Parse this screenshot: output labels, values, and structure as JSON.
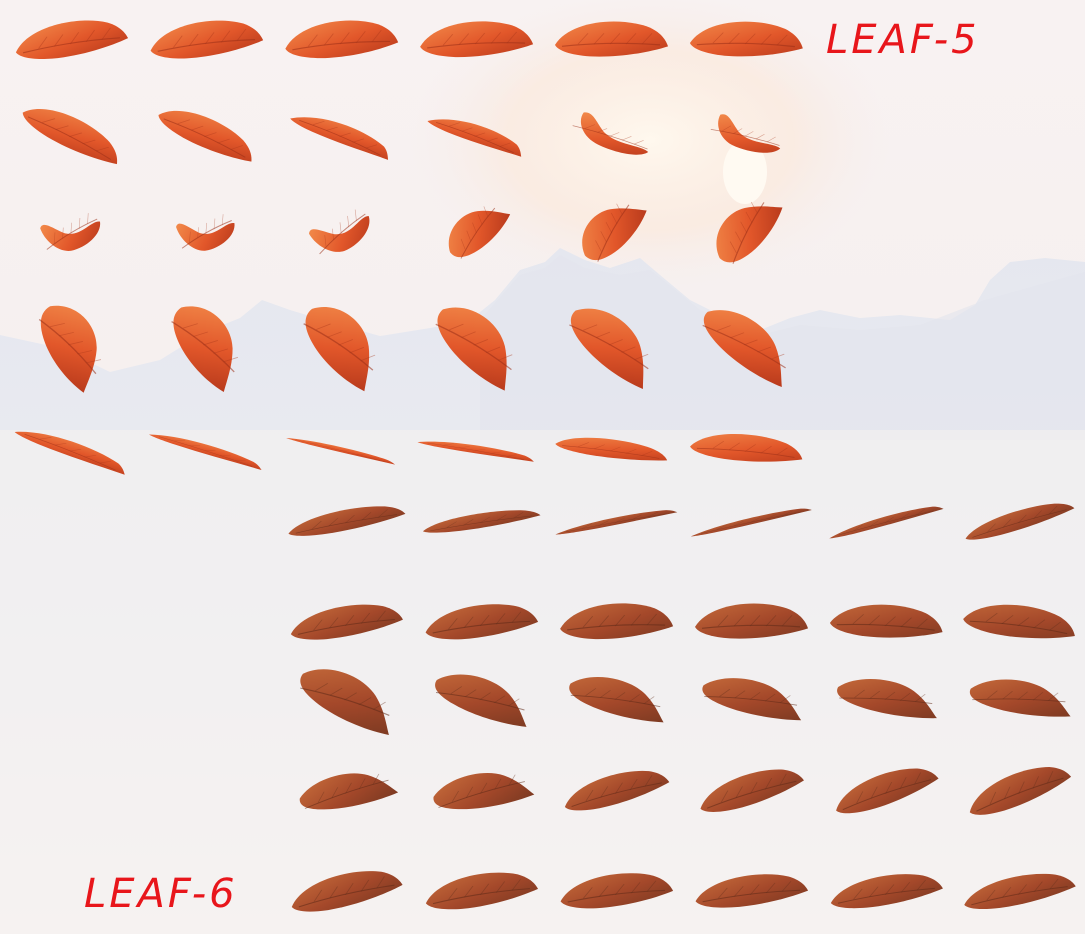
{
  "labels": {
    "top": "LEAF-5",
    "bottom": "LEAF-6"
  },
  "colors": {
    "label": "#e8161b",
    "leaf5_light": "#f28a4a",
    "leaf5_mid": "#e2572a",
    "leaf5_dark": "#b83a1c",
    "leaf6_light": "#c46a3a",
    "leaf6_mid": "#a4482a",
    "leaf6_dark": "#7d3a22",
    "sky": "#f7f3f3",
    "mountain": "#e6e8ee"
  },
  "icons": {
    "leaf_sprite": "autumn-leaf-icon"
  },
  "sheets": [
    {
      "name": "leaf-5",
      "palette": "leaf5",
      "rows": 5,
      "columns": 6
    },
    {
      "name": "leaf-6",
      "palette": "leaf6",
      "rows": 5,
      "columns": 6
    }
  ]
}
